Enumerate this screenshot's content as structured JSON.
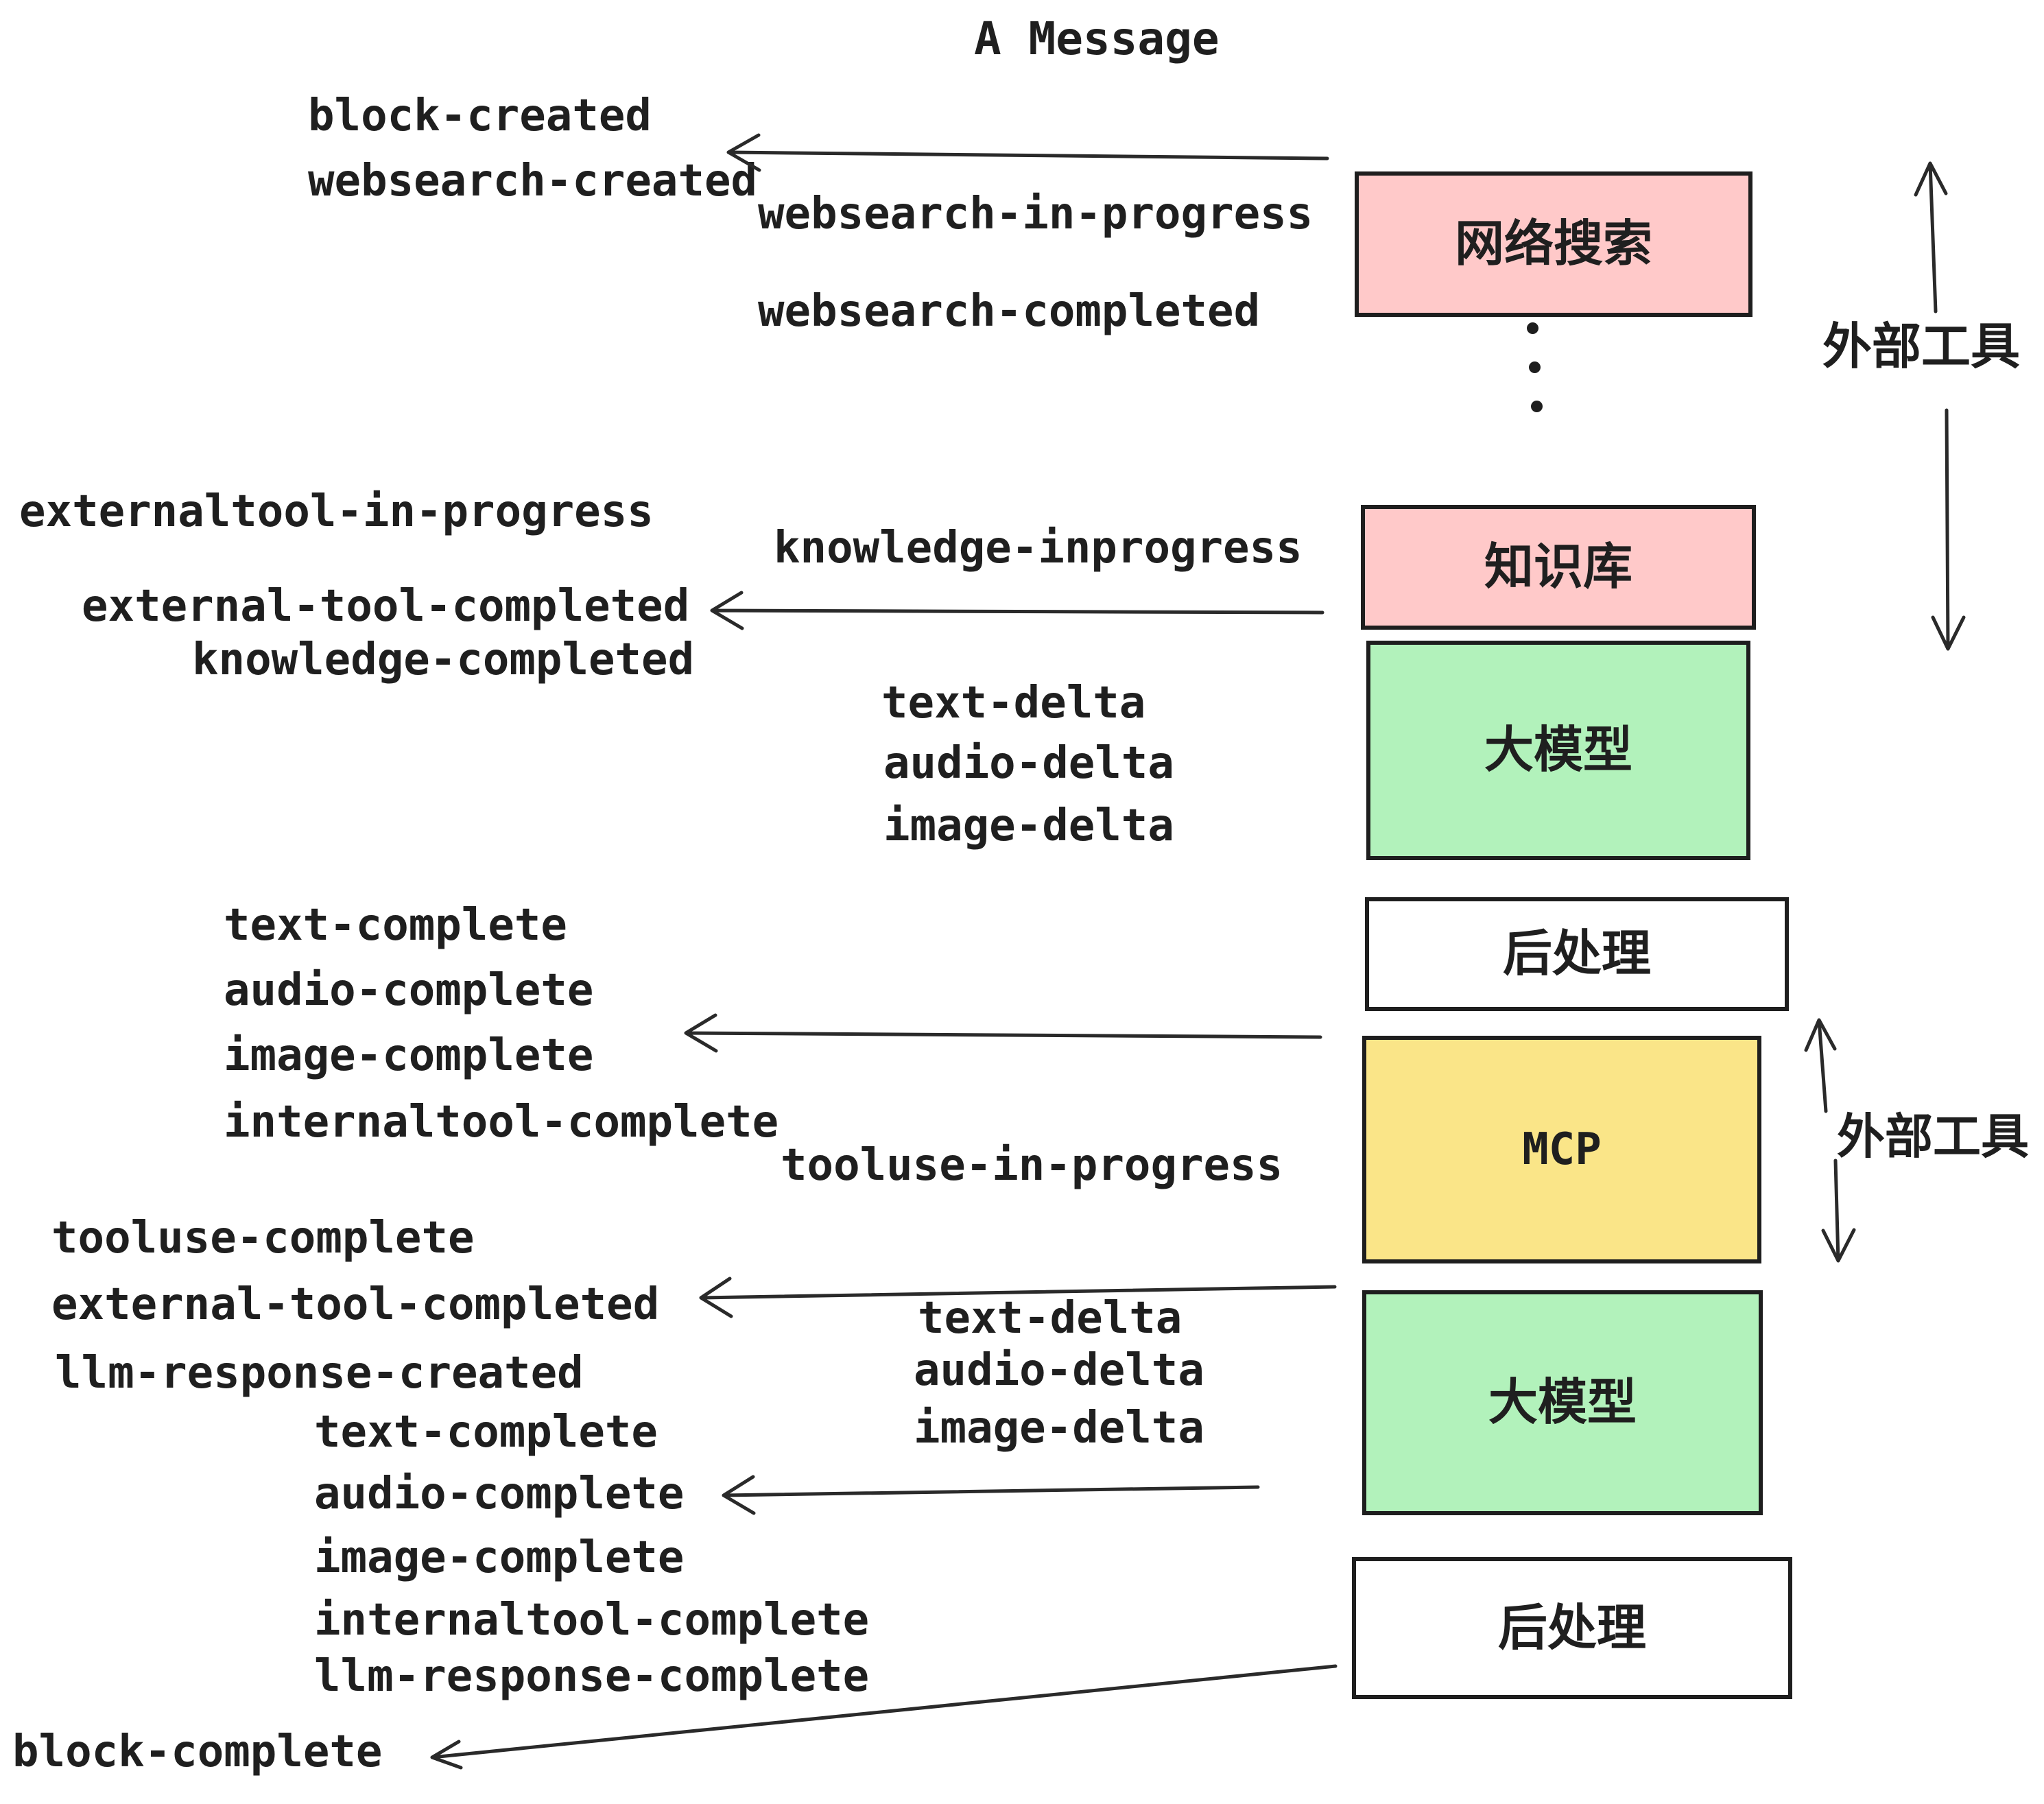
{
  "title": "A Message",
  "events": {
    "block_created": "block-created",
    "websearch_created": "websearch-created",
    "websearch_in_progress": "websearch-in-progress",
    "websearch_completed": "websearch-completed",
    "externaltool_in_progress": "externaltool-in-progress",
    "knowledge_inprogress": "knowledge-inprogress",
    "external_tool_completed": "external-tool-completed",
    "knowledge_completed": "knowledge-completed",
    "text_delta": "text-delta",
    "audio_delta": "audio-delta",
    "image_delta": "image-delta",
    "text_complete": "text-complete",
    "audio_complete": "audio-complete",
    "image_complete": "image-complete",
    "internaltool_complete": "internaltool-complete",
    "tooluse_in_progress": "tooluse-in-progress",
    "tooluse_complete": "tooluse-complete",
    "llm_response_created": "llm-response-created",
    "llm_response_complete": "llm-response-complete",
    "block_complete": "block-complete"
  },
  "boxes": {
    "websearch": "网络搜索",
    "knowledge": "知识库",
    "llm": "大模型",
    "post": "后处理",
    "mcp": "MCP"
  },
  "annotations": {
    "external_tools": "外部工具"
  },
  "colors": {
    "pink": "#ffc9c9",
    "green": "#b2f2bb",
    "yellow": "#fae588",
    "white": "#ffffff",
    "ink": "#1e1e1e"
  }
}
